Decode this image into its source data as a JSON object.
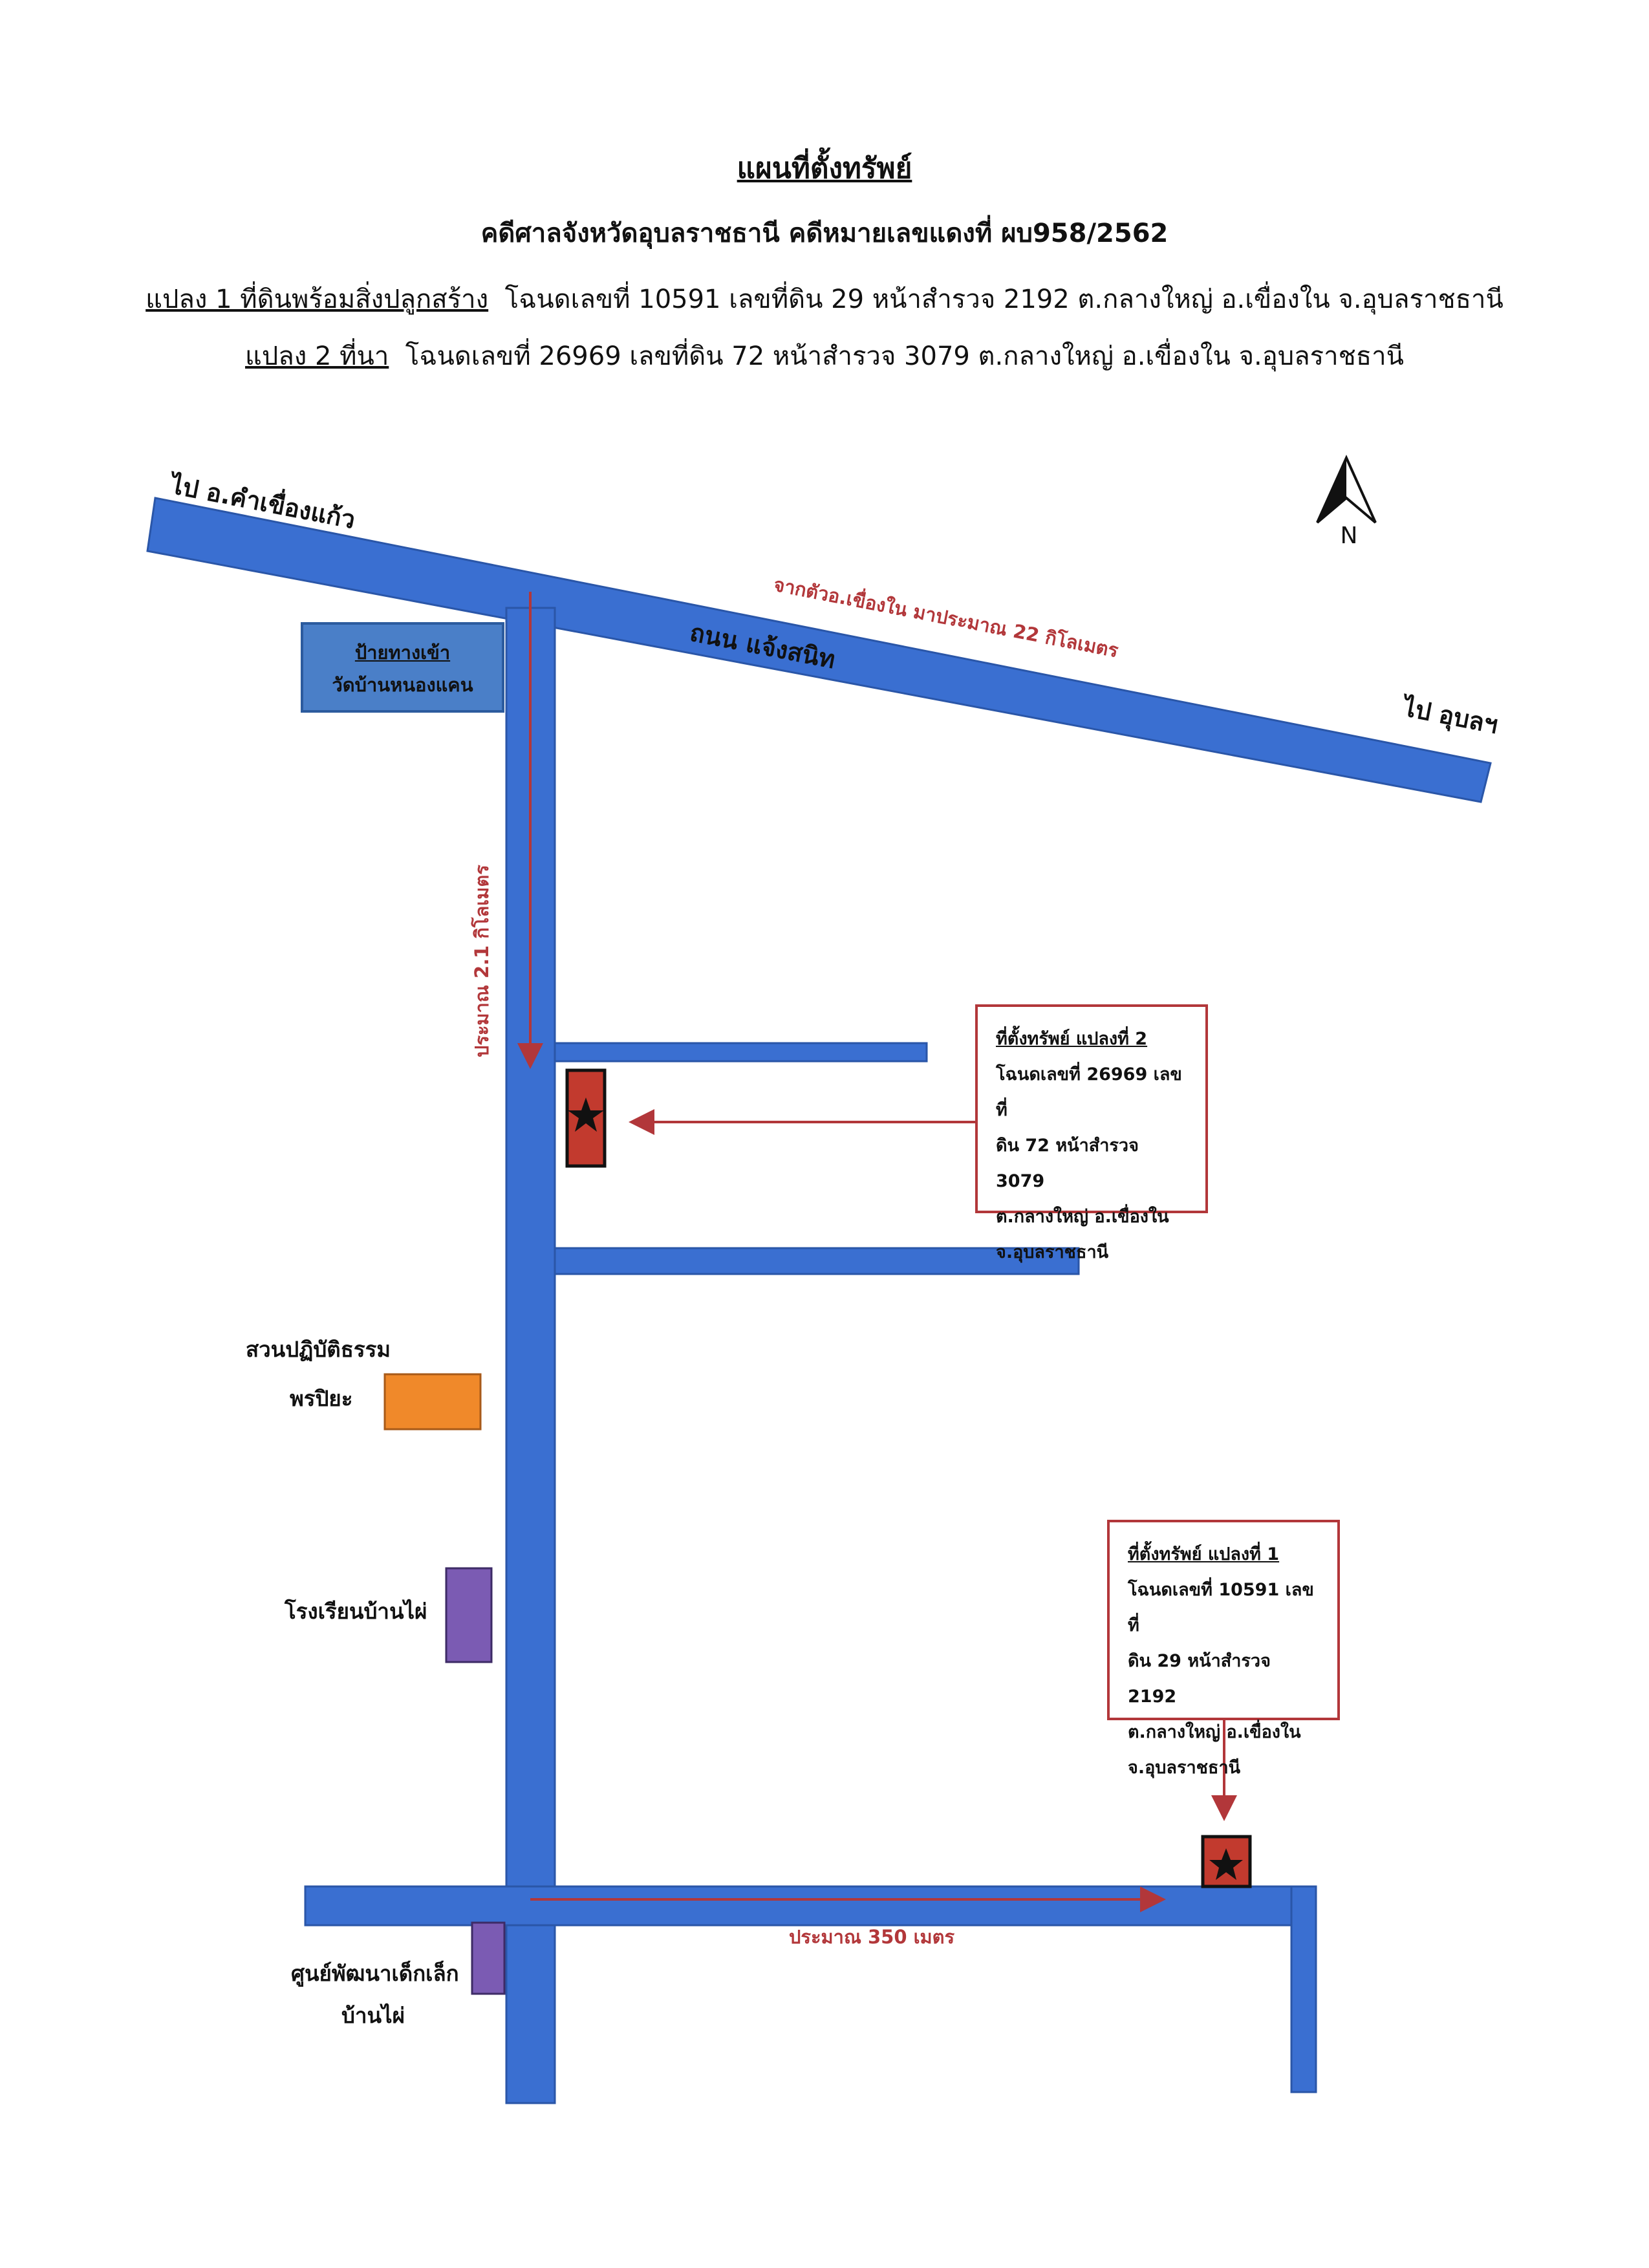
{
  "header": {
    "title": "แผนที่ตั้งทรัพย์",
    "case_line": "คดีศาลจังหวัดอุบลราชธานี  คดีหมายเลขแดงที่ ผบ958/2562",
    "plot1_label": "แปลง 1 ที่ดินพร้อมสิ่งปลูกสร้าง",
    "plot1_detail": "โฉนดเลขที่ 10591 เลขที่ดิน 29 หน้าสำรวจ 2192 ต.กลางใหญ่ อ.เขื่องใน จ.อุบลราชธานี",
    "plot2_label": "แปลง 2 ที่นา",
    "plot2_detail": "โฉนดเลขที่ 26969 เลขที่ดิน 72 หน้าสำรวจ 3079 ต.กลางใหญ่ อ.เขื่องใน จ.อุบลราชธานี"
  },
  "map": {
    "compass_label": "N",
    "to_kham_khuean_kaeo": "ไป อ.คำเขื่องแก้ว",
    "to_ubon": "ไป อุบลฯ",
    "main_road_name": "ถนน แจ้งสนิท",
    "main_road_distance": "จากตัวอ.เขื่องใน มาประมาณ 22 กิโลเมตร",
    "side_road_distance": "ประมาณ 2.1 กิโลเมตร",
    "bottom_road_distance": "ประมาณ 350 เมตร",
    "entrance_sign": {
      "line1": "ป้ายทางเข้า",
      "line2": "วัดบ้านหนองแคน"
    },
    "landmarks": {
      "meditation_line1": "สวนปฏิบัติธรรม",
      "meditation_line2": "พรปิยะ",
      "school": "โรงเรียนบ้านไผ่",
      "child_center_line1": "ศูนย์พัฒนาเด็กเล็ก",
      "child_center_line2": "บ้านไผ่"
    },
    "callout_plot2": {
      "title": "ที่ตั้งทรัพย์ แปลงที่ 2",
      "lines": [
        "โฉนดเลขที่ 26969 เลขที่",
        "ดิน 72 หน้าสำรวจ 3079",
        "ต.กลางใหญ่ อ.เขื่องใน",
        "จ.อุบลราชธานี"
      ]
    },
    "callout_plot1": {
      "title": "ที่ตั้งทรัพย์ แปลงที่ 1",
      "lines": [
        "โฉนดเลขที่ 10591 เลขที่",
        "ดิน 29 หน้าสำรวจ 2192",
        "ต.กลางใหญ่ อ.เขื่องใน",
        "จ.อุบลราชธานี"
      ]
    },
    "colors": {
      "road": "#3a6fd1",
      "road_edge": "#2a56a8",
      "marker": "#c23a2e",
      "arrow": "#b2373a",
      "orange_building": "#f0892a",
      "purple_building": "#7b5bb3"
    }
  }
}
